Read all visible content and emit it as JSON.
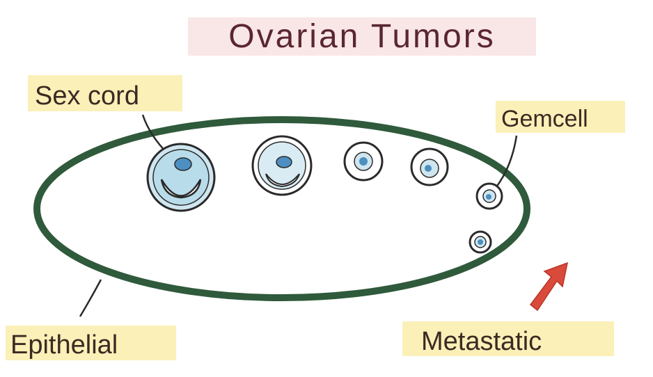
{
  "title": "Ovarian Tumors",
  "labels": {
    "sex_cord": "Sex cord",
    "germ_cell": "Gemcell",
    "epithelial": "Epithelial",
    "metastatic": "Metastatic"
  },
  "colors": {
    "ellipse": "#2f5a3b",
    "highlight": "#fbf0b8",
    "title_highlight": "#f7dcdc",
    "follicle_fill": "#cfe6ef",
    "nucleus": "#4d8fc0",
    "arrow": "#d94a3a",
    "ink": "#2a2a2a"
  }
}
